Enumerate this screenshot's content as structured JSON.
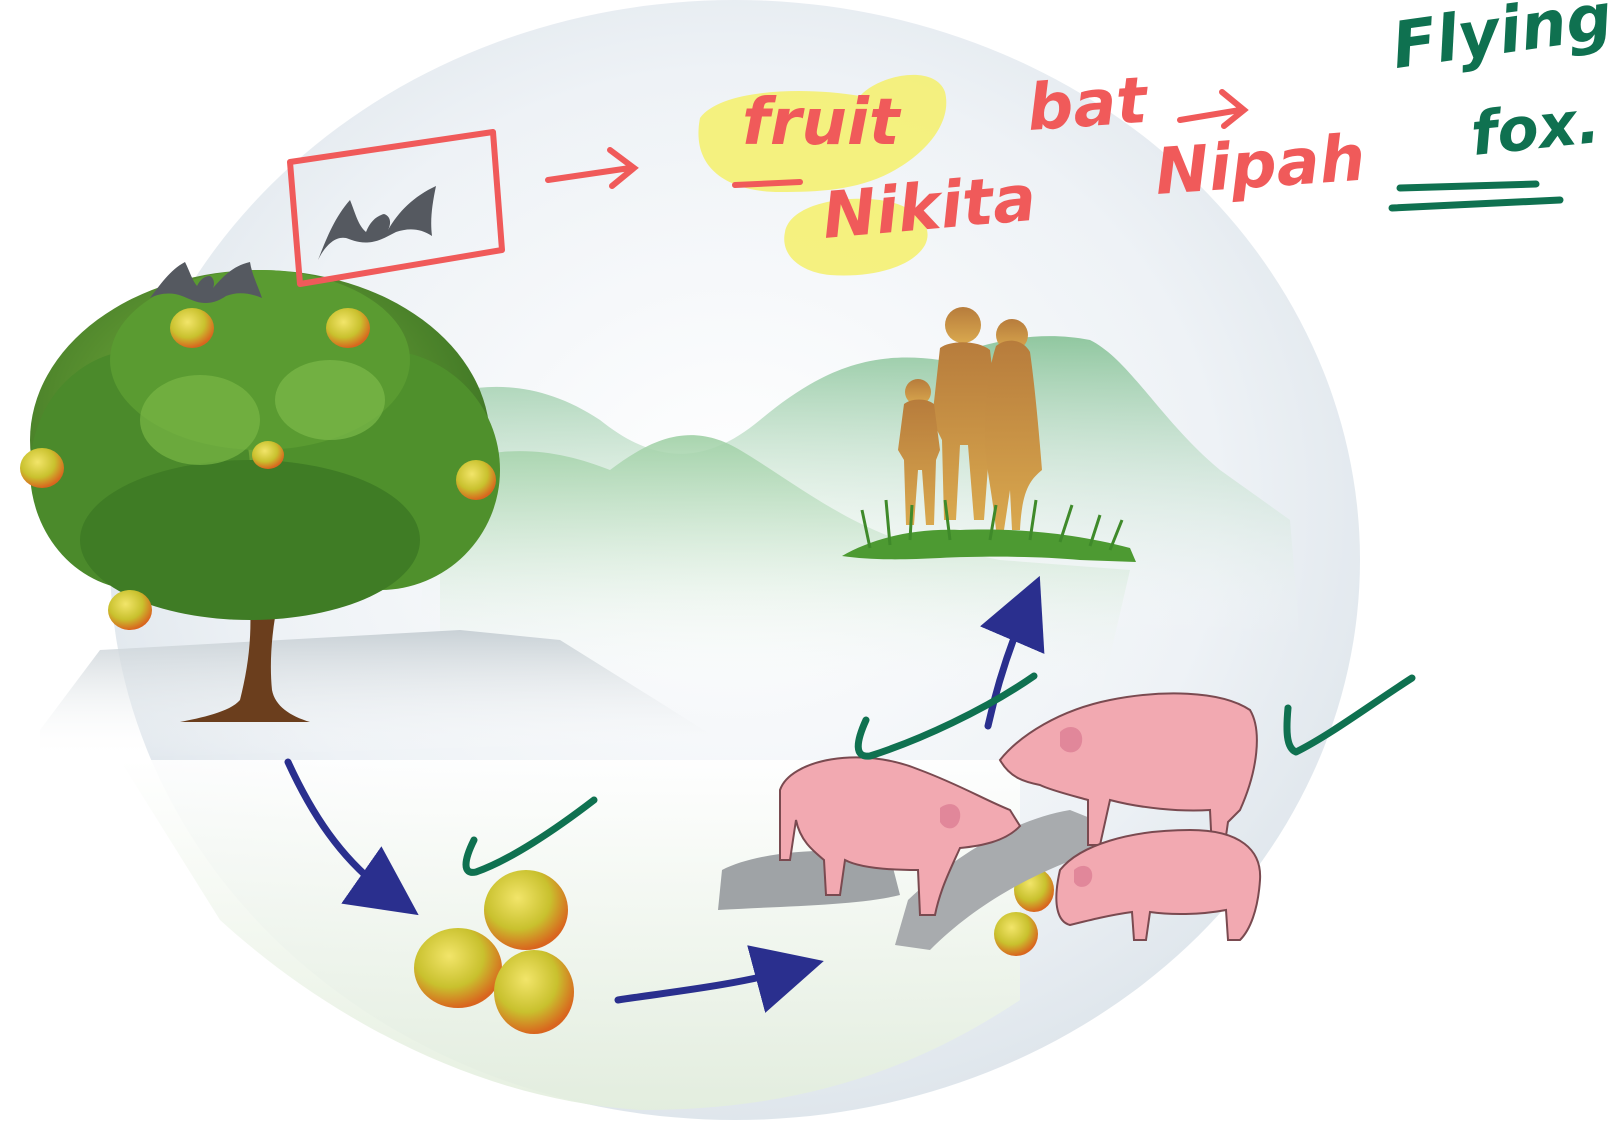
{
  "image": {
    "description_free": true
  },
  "annotations": {
    "word_fruit": "fruit",
    "word_bat": "bat",
    "word_nikita": "Nikita",
    "word_nipah": "Nipah",
    "word_flying": "Flying",
    "word_fox": "fox."
  },
  "colors": {
    "annotation_red": "#f05a5a",
    "annotation_green": "#0f7150",
    "highlight_yellow": "#f4f06a",
    "arrow_blue": "#2a2f8e",
    "pig_pink": "#f2a9b1",
    "tree_green": "#4f8f2a",
    "mango_yellow": "#e6c928",
    "hill_green": "#8cc79c",
    "bat_gray": "#555960"
  },
  "icons": [
    "bat-icon",
    "tree-icon",
    "mango-icon",
    "pig-icon",
    "family-icon",
    "checkmark-icon",
    "arrow-icon"
  ]
}
